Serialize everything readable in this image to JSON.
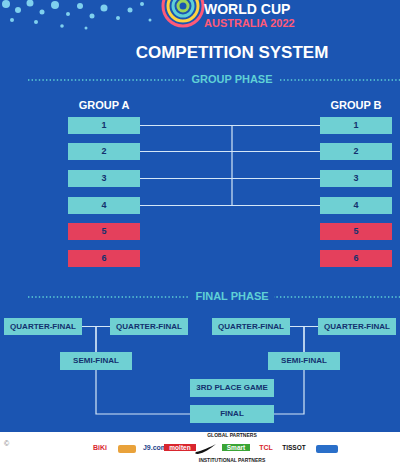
{
  "diagram": {
    "title": "COMPETITION SYSTEM",
    "nodes": [
      {
        "text": [
          "1"
        ]
      },
      {
        "text": [
          "2"
        ]
      },
      {
        "text": [
          "3"
        ]
      },
      {
        "text": [
          "4"
        ]
      },
      {
        "text": [
          "5"
        ]
      },
      {
        "text": [
          "6"
        ]
      },
      {
        "text": [
          "1"
        ]
      },
      {
        "text": [
          "2"
        ]
      },
      {
        "text": [
          "3"
        ]
      },
      {
        "text": [
          "4"
        ]
      },
      {
        "text": [
          "5"
        ]
      },
      {
        "text": [
          "6"
        ]
      },
      {
        "text": [
          "QUARTER-FINAL"
        ]
      },
      {
        "text": [
          "QUARTER-FINAL"
        ]
      },
      {
        "text": [
          "QUARTER-FINAL"
        ]
      },
      {
        "text": [
          "QUARTER-FINAL"
        ]
      },
      {
        "text": [
          "SEMI-FINAL"
        ]
      },
      {
        "text": [
          "SEMI-FINAL"
        ]
      },
      {
        "text": [
          "3RD PLACE GAME"
        ]
      },
      {
        "text": [
          "FINAL"
        ]
      }
    ],
    "edges": [
      {
        "from": 0,
        "to": 6,
        "arrow": "none"
      },
      {
        "from": 1,
        "to": 7,
        "arrow": "none"
      },
      {
        "from": 2,
        "to": 8,
        "arrow": "none"
      },
      {
        "from": 3,
        "to": 9,
        "arrow": "none"
      },
      {
        "from": 12,
        "to": 16,
        "arrow": "none"
      },
      {
        "from": 13,
        "to": 16,
        "arrow": "none"
      },
      {
        "from": 14,
        "to": 17,
        "arrow": "none"
      },
      {
        "from": 15,
        "to": 17,
        "arrow": "none"
      },
      {
        "from": 16,
        "to": 19,
        "arrow": "none"
      },
      {
        "from": 17,
        "to": 19,
        "arrow": "none"
      }
    ],
    "labels": [
      "WORLD CUP",
      "AUSTRALIA 2022",
      "GROUP PHASE",
      "GROUP A",
      "GROUP B",
      "FINAL PHASE",
      "GLOBAL PARTNERS",
      "BiKi",
      "J9.com",
      "molten",
      "Smart",
      "TCL",
      "TISSOT",
      "INSTITUTIONAL PARTNERS",
      "©"
    ]
  }
}
